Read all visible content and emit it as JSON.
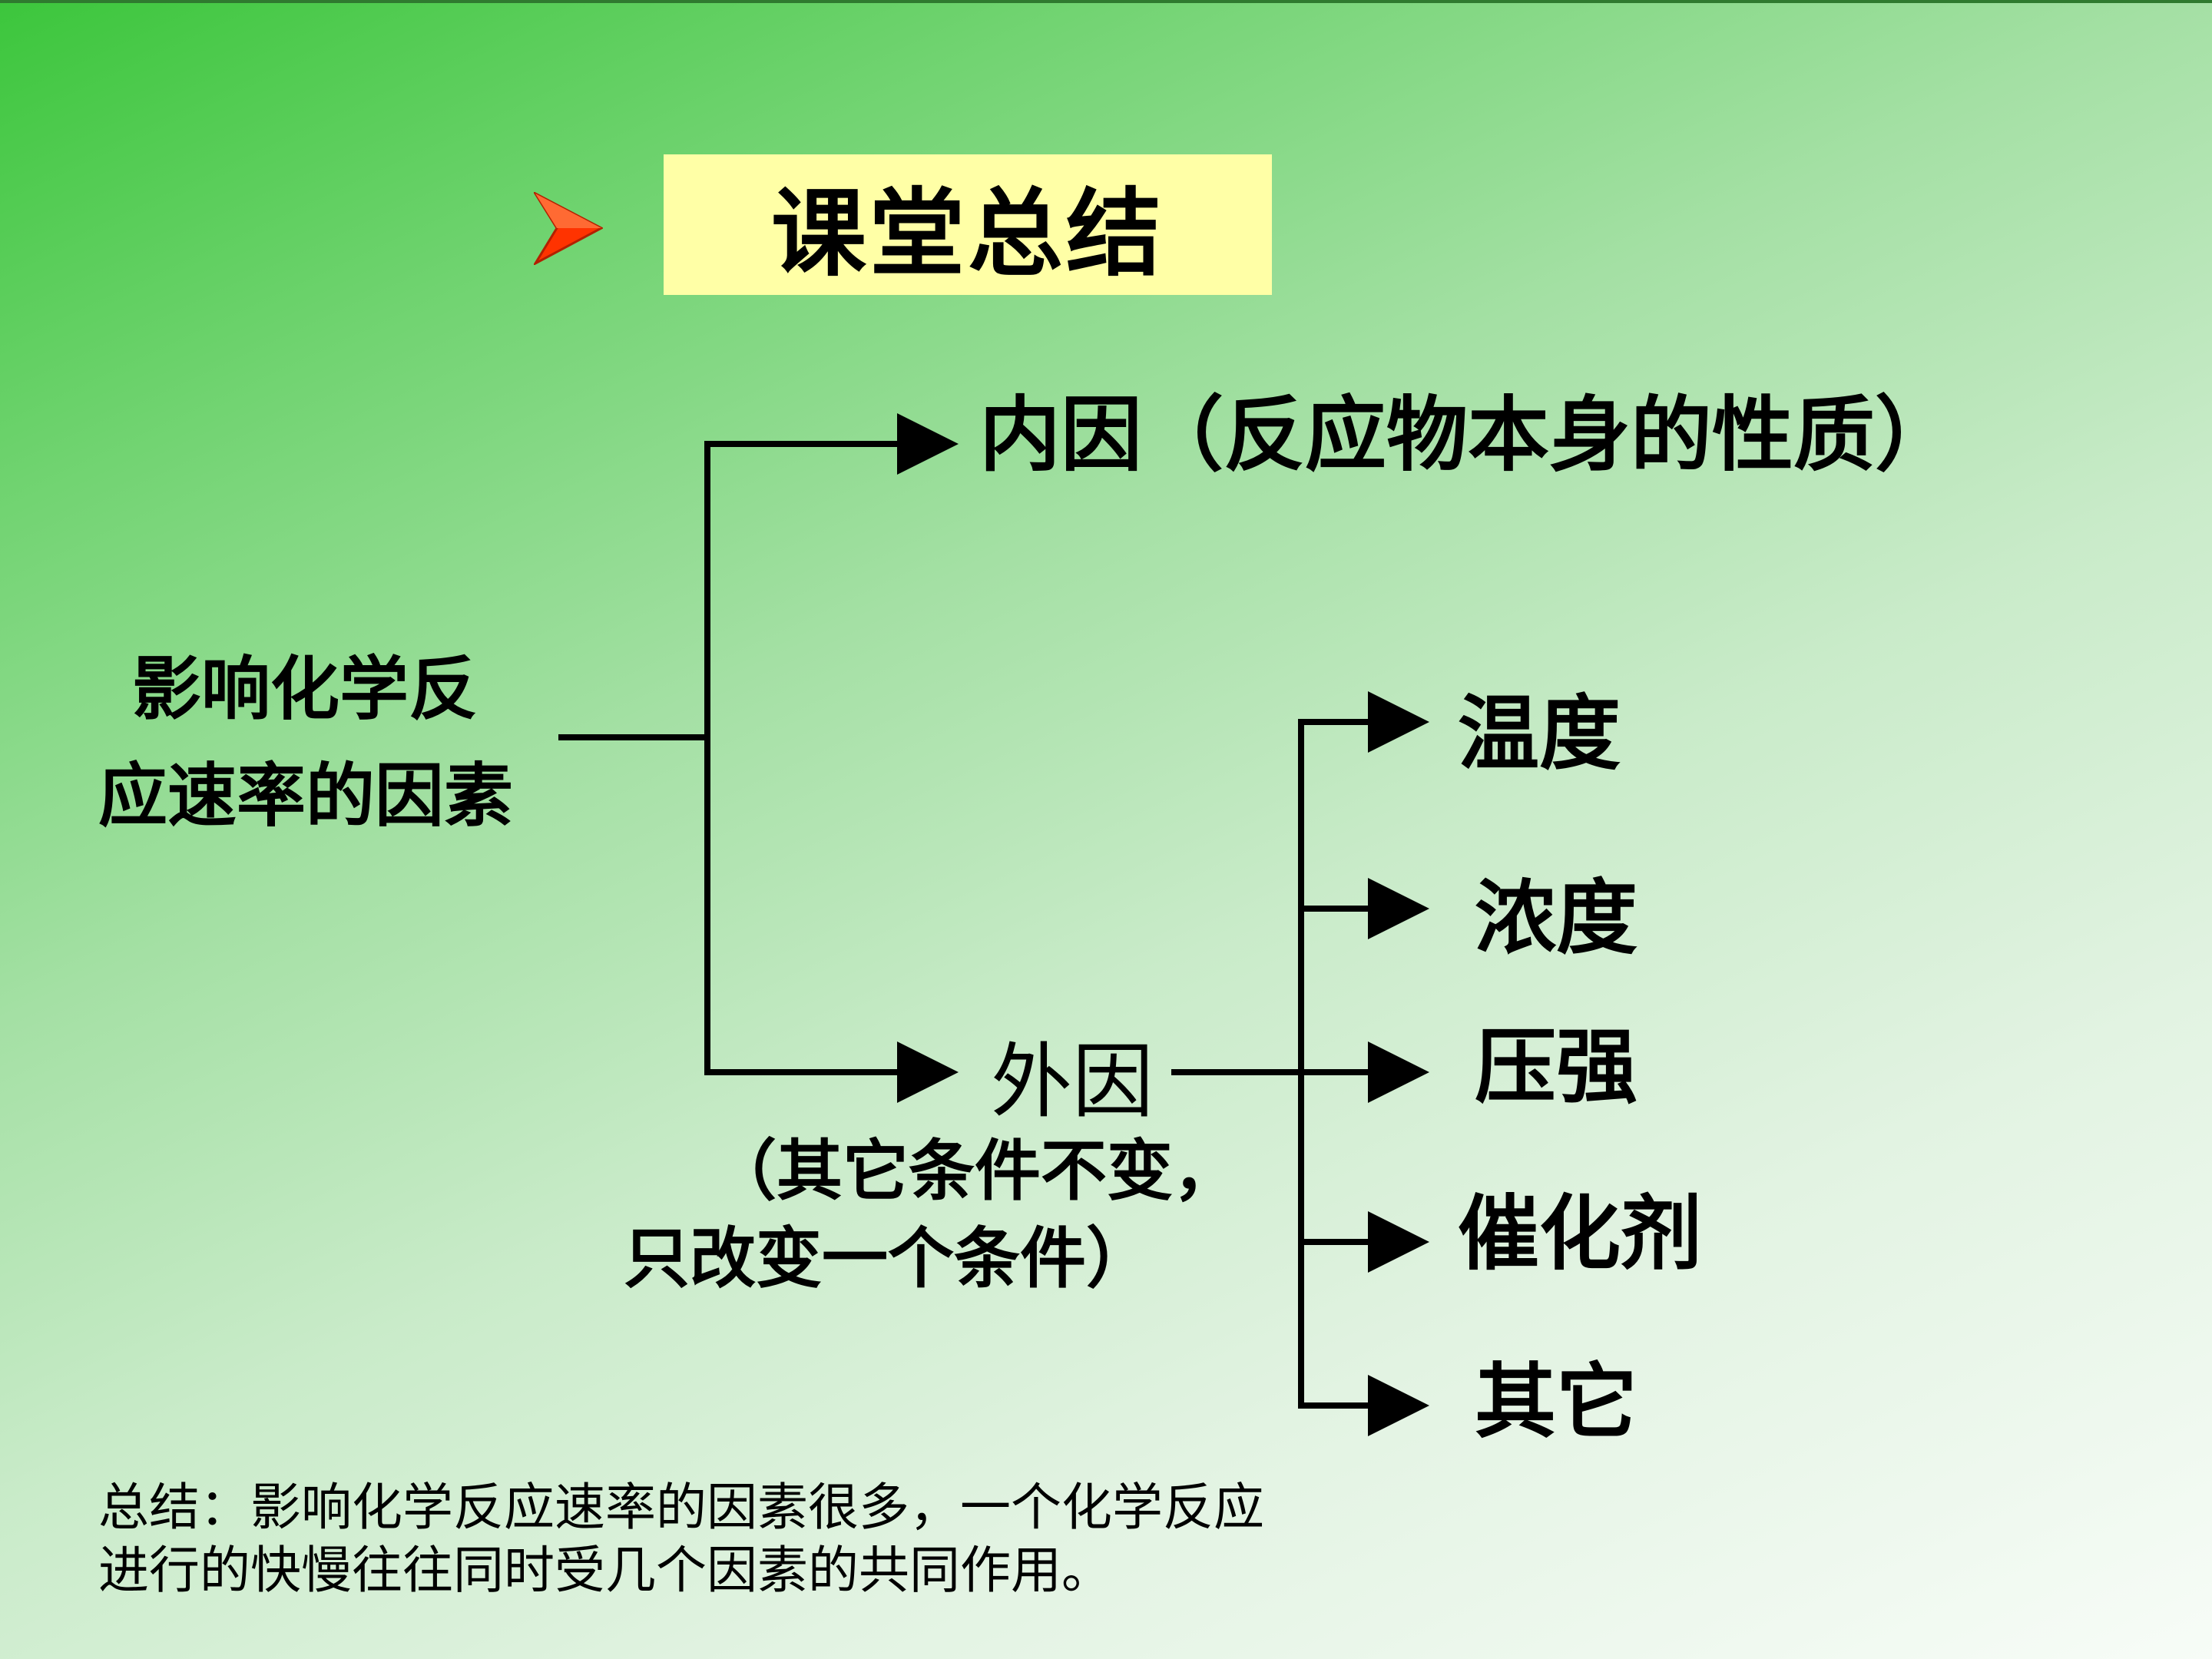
{
  "title": "课堂总结",
  "root": [
    "影响化学反",
    "应速率的因素"
  ],
  "internal": "内因（反应物本身的性质）",
  "external": {
    "label": "外因",
    "note_line1": "（其它条件不变，",
    "note_line2": "只改变一个条件）"
  },
  "external_factors": [
    "温度",
    "浓度",
    "压强",
    "催化剂",
    "其它"
  ],
  "summary": [
    "总结：影响化学反应速率的因素很多，一个化学反应",
    "进行的快慢往往同时受几个因素的共同作用。"
  ],
  "colors": {
    "title_box": "#ffffa6",
    "bullet": "#ff3300",
    "lines": "#000000"
  },
  "icons": {
    "bullet": "arrow-bullet-icon"
  }
}
